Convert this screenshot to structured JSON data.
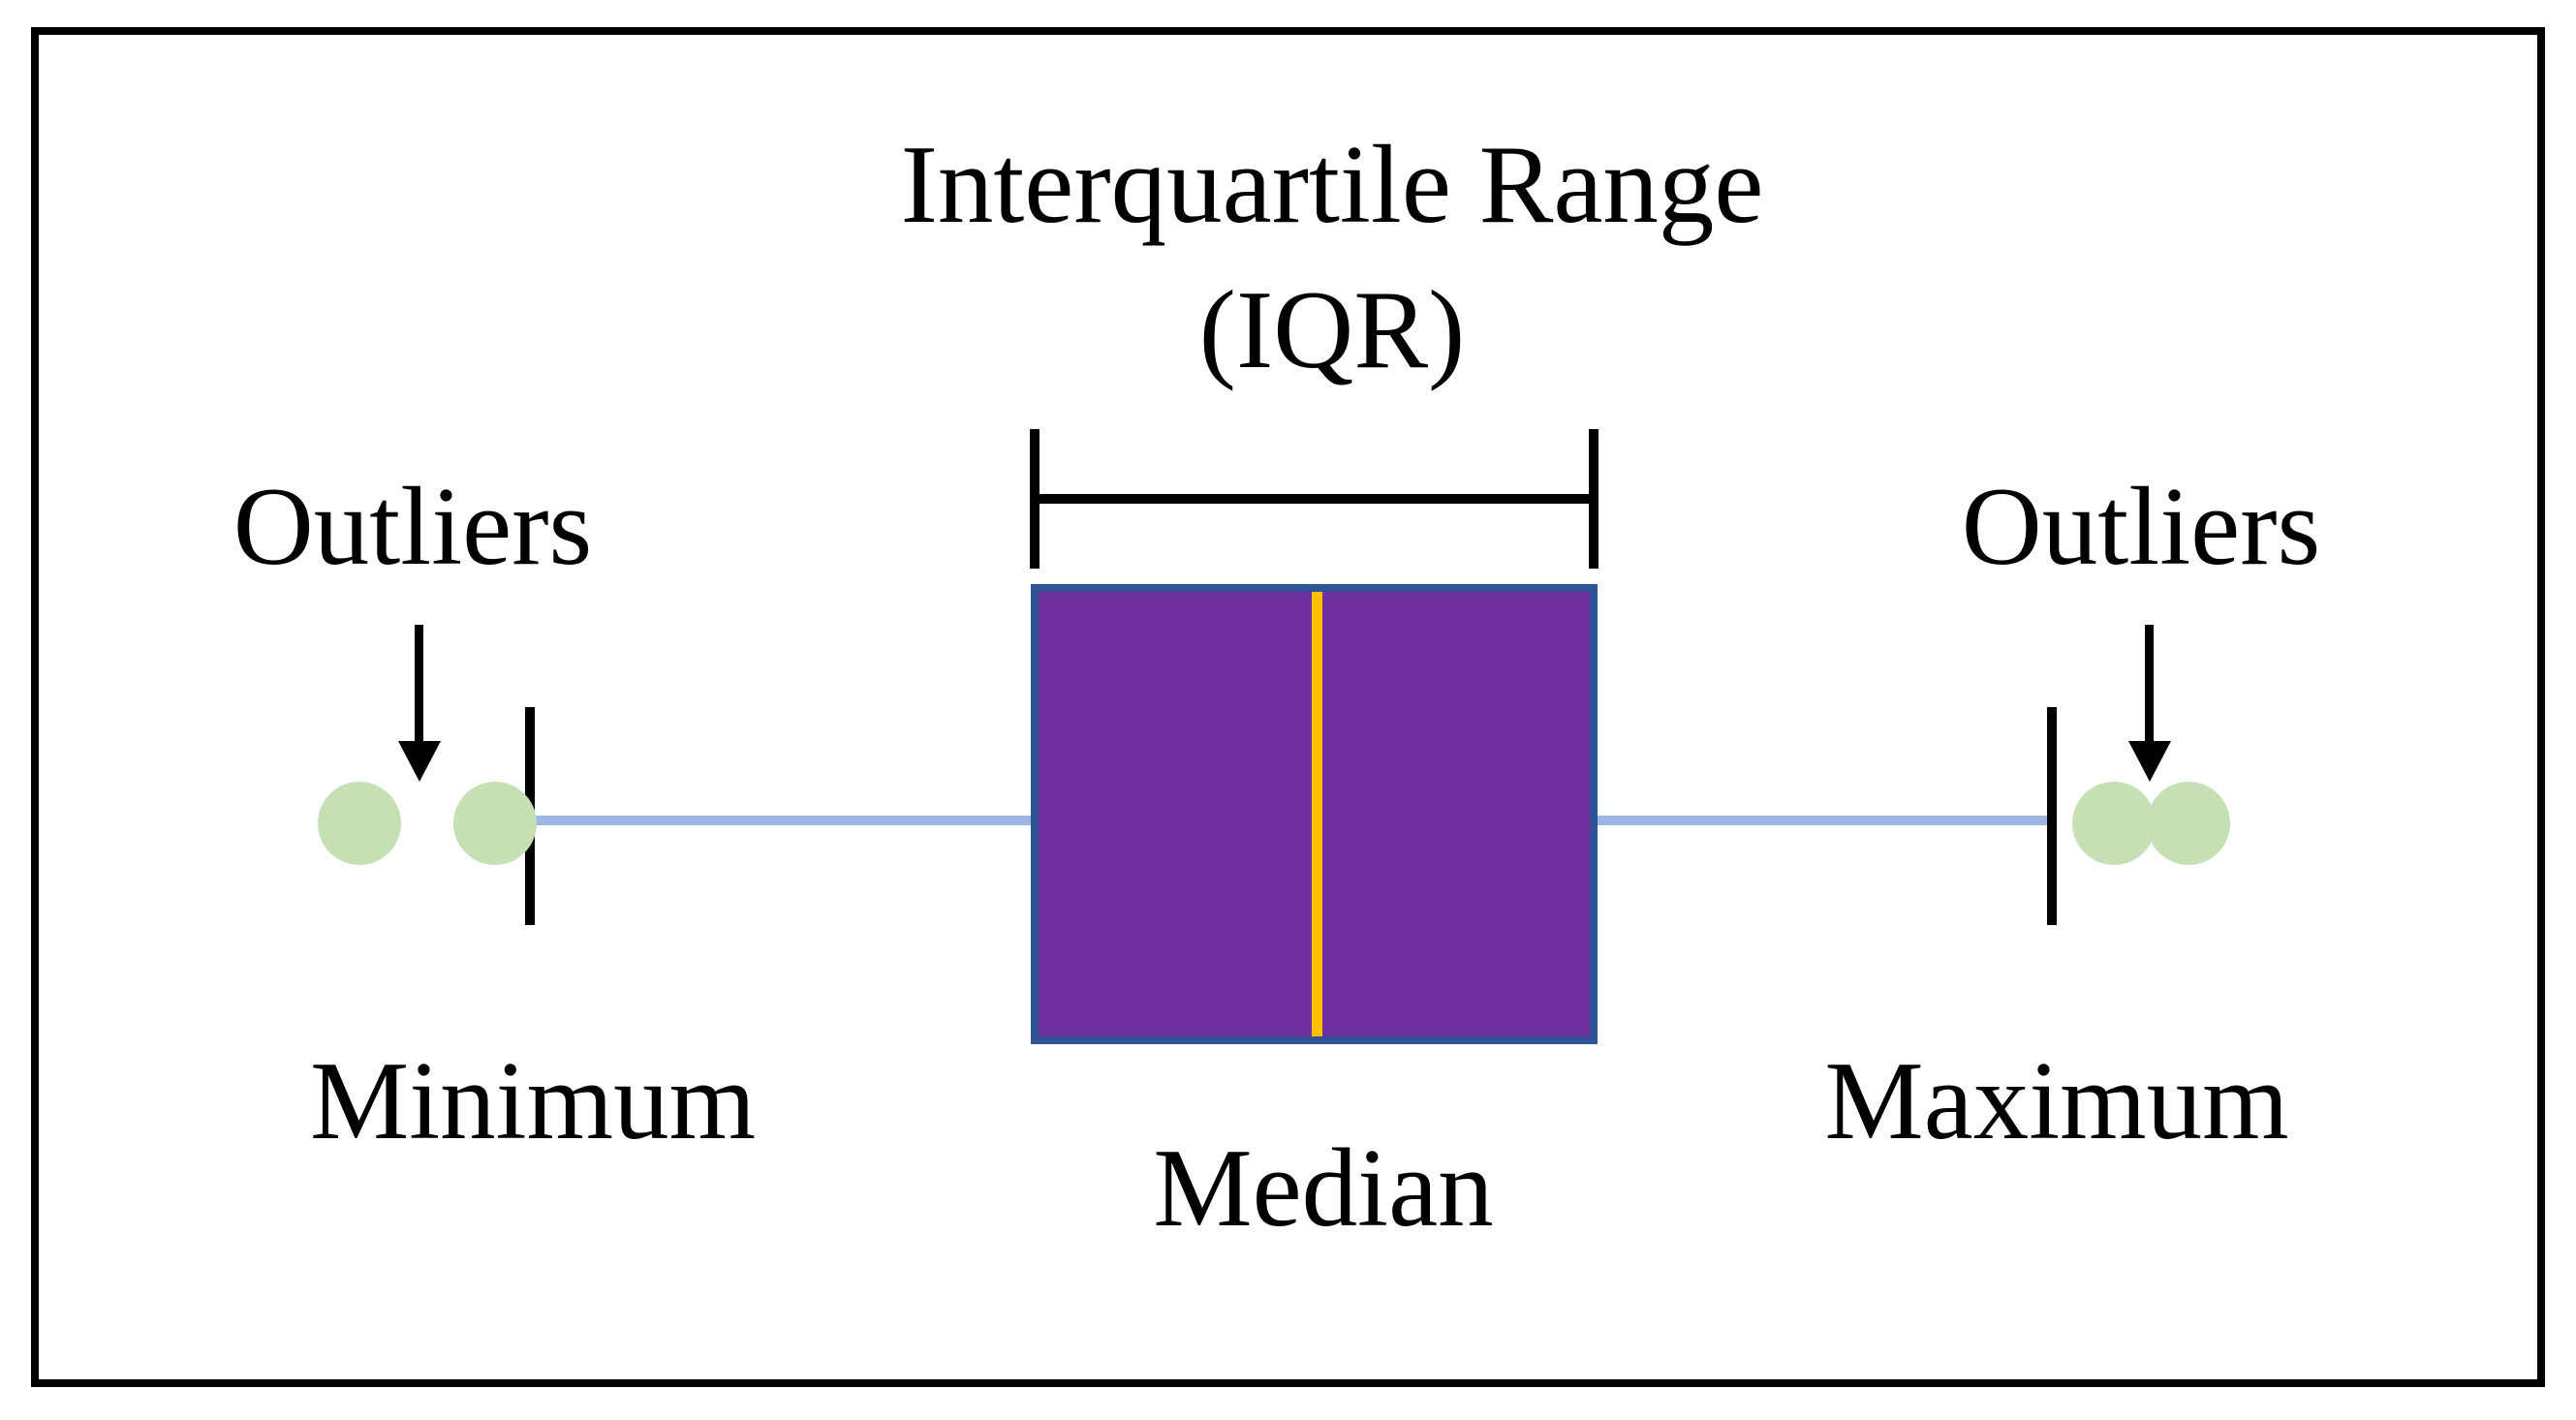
{
  "figure": {
    "title": {
      "line1": "Interquartile Range",
      "line2": "(IQR)"
    },
    "labels": {
      "outliers_left": "Outliers",
      "outliers_right": "Outliers",
      "minimum": "Minimum",
      "median": "Median",
      "maximum": "Maximum"
    },
    "colors": {
      "box_fill": "#7030A0",
      "box_border": "#2F5496",
      "median_line": "#FFC000",
      "whisker": "#9CB7E5",
      "outlier_dot": "#C5E0B4",
      "ink": "#000000",
      "background": "#FFFFFF"
    }
  }
}
